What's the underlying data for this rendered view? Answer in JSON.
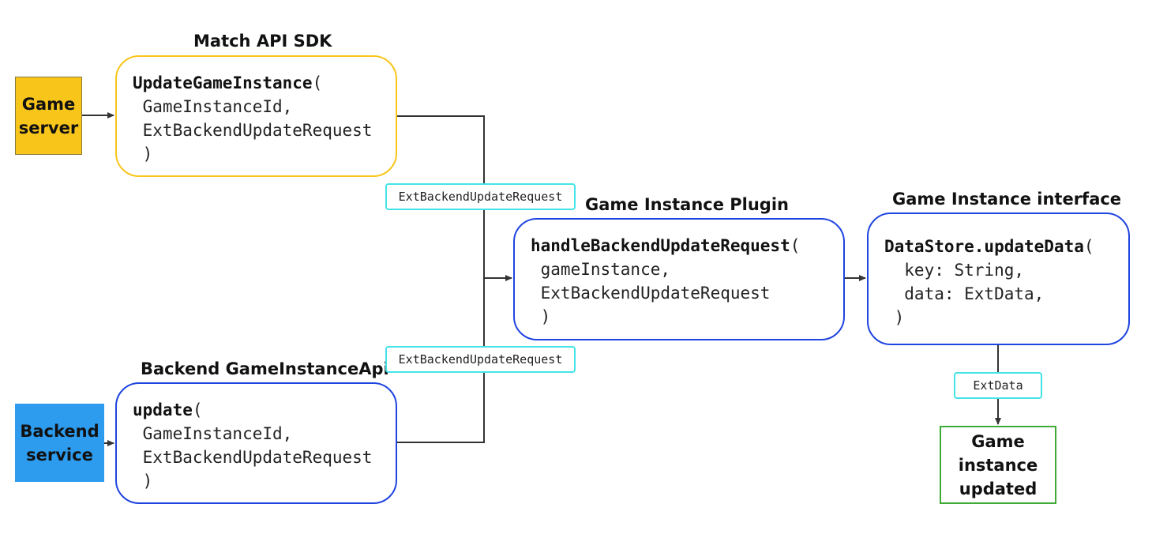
{
  "colors": {
    "game_server_fill": "#f8c51a",
    "sdk_border": "#f8c51a",
    "backend_service_fill": "#2d9cef",
    "api_border": "#1f44e0",
    "pill_border": "#45e3e8",
    "result_border": "#3fab37",
    "arrow": "#333333"
  },
  "actors": {
    "game_server": [
      "Game",
      "server"
    ],
    "backend_service": [
      "Backend",
      "service"
    ],
    "result": [
      "Game",
      "instance",
      "updated"
    ]
  },
  "sections": {
    "match_sdk": {
      "title": "Match API SDK",
      "fn": "UpdateGameInstance",
      "open": "(",
      "params": [
        " GameInstanceId,",
        " ExtBackendUpdateRequest",
        " )"
      ]
    },
    "backend_api": {
      "title": "Backend GameInstanceApi",
      "fn": "update",
      "open": "(",
      "params": [
        " GameInstanceId,",
        " ExtBackendUpdateRequest",
        " )"
      ]
    },
    "plugin": {
      "title": "Game Instance Plugin",
      "fn": "handleBackendUpdateRequest",
      "open": "(",
      "params": [
        " gameInstance,",
        " ExtBackendUpdateRequest",
        " )"
      ]
    },
    "interface": {
      "title": "Game Instance interface",
      "fn": "DataStore.updateData",
      "open": "(",
      "params": [
        "  key: String,",
        "  data: ExtData,",
        " )"
      ]
    }
  },
  "edge_labels": {
    "sdk_to_plugin": "ExtBackendUpdateRequest",
    "api_to_plugin": "ExtBackendUpdateRequest",
    "interface_to_result": "ExtData"
  },
  "icons": {
    "connector": "arrow-icon"
  }
}
